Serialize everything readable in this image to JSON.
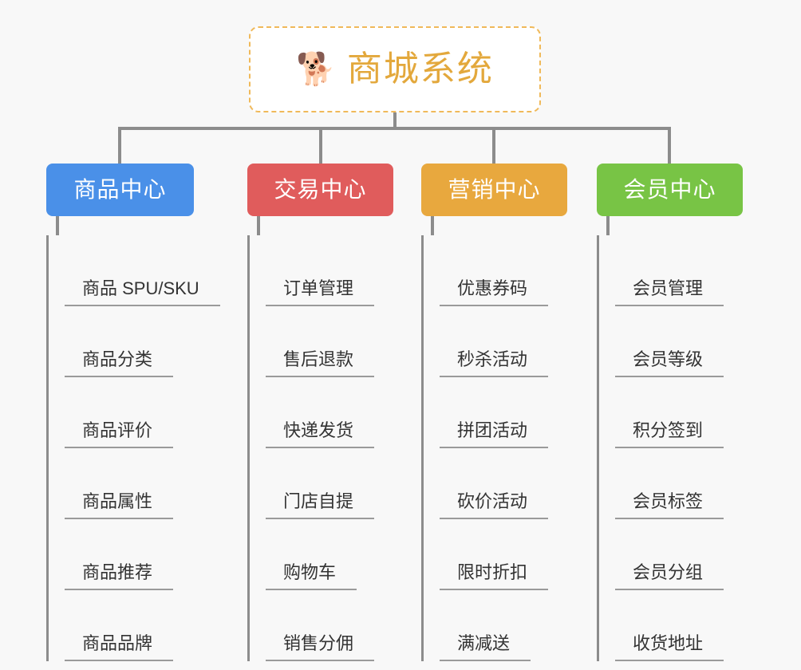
{
  "root": {
    "icon": "shiba-dog-face-emoji",
    "emoji": "🐕",
    "title": "商城系统",
    "border_color": "#f0b95a",
    "title_color": "#e3a83c"
  },
  "canvas": {
    "background_color": "#f8f8f8",
    "connector_color": "#8c8c8c"
  },
  "columns": [
    {
      "id": "product-center",
      "label": "商品中心",
      "color": "#4a90e8",
      "items": [
        "商品 SPU/SKU",
        "商品分类",
        "商品评价",
        "商品属性",
        "商品推荐",
        "商品品牌"
      ]
    },
    {
      "id": "trade-center",
      "label": "交易中心",
      "color": "#e05c5c",
      "items": [
        "订单管理",
        "售后退款",
        "快递发货",
        "门店自提",
        "购物车",
        "销售分佣"
      ]
    },
    {
      "id": "marketing-center",
      "label": "营销中心",
      "color": "#e8a83e",
      "items": [
        "优惠券码",
        "秒杀活动",
        "拼团活动",
        "砍价活动",
        "限时折扣",
        "满减送"
      ]
    },
    {
      "id": "member-center",
      "label": "会员中心",
      "color": "#78c445",
      "items": [
        "会员管理",
        "会员等级",
        "积分签到",
        "会员标签",
        "会员分组",
        "收货地址"
      ]
    }
  ]
}
